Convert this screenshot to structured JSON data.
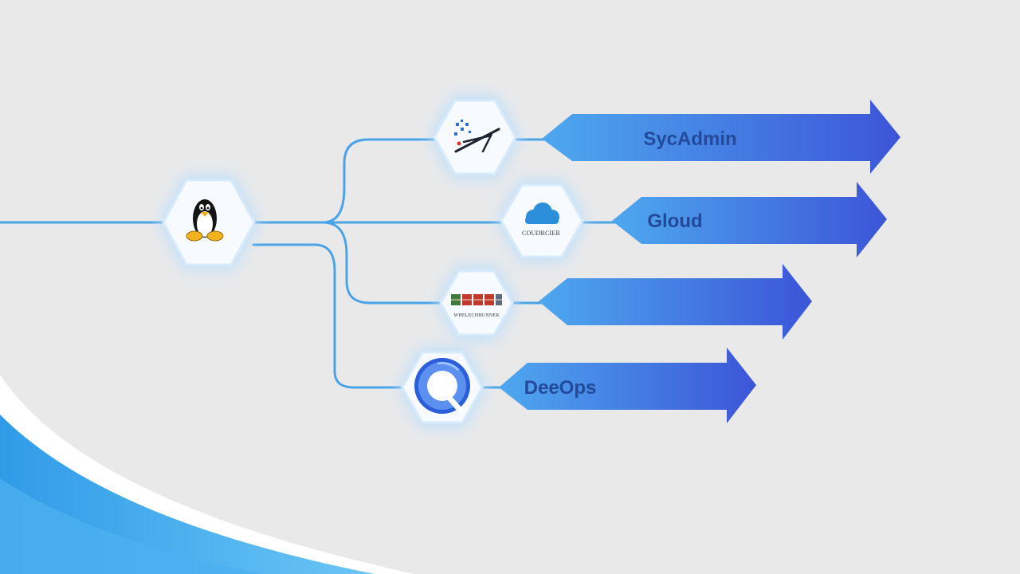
{
  "colors": {
    "background": "#e9e9ea",
    "connector": "#4aa3e6",
    "arrow_start": "#4ea8ef",
    "arrow_end": "#3c55d8",
    "label": "#234a9a",
    "hex_glow": "#bfe0fb",
    "wave_blue": "#2f9be8"
  },
  "root": {
    "icon": "linux-tux-icon"
  },
  "branches": [
    {
      "icon": "sysadmin-network-icon",
      "caption": "",
      "label": "SycAdmin"
    },
    {
      "icon": "cloud-icon",
      "caption": "COUDRCIER",
      "label": "Gloud"
    },
    {
      "icon": "server-rack-icon",
      "caption": "WHELECHHUNNER",
      "label": ""
    },
    {
      "icon": "devops-ring-icon",
      "caption": "",
      "label": "DeeOps"
    }
  ]
}
